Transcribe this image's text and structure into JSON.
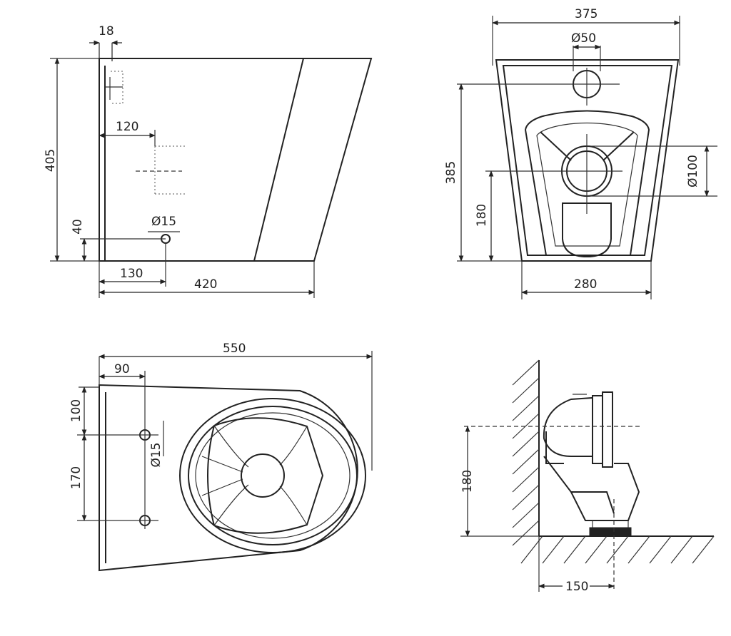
{
  "side_view": {
    "dim_wall_thickness": "18",
    "dim_height": "405",
    "dim_inlet_offset": "120",
    "dim_inlet_height": "40",
    "dim_inlet_diameter": "Ø15",
    "dim_inlet_position": "130",
    "dim_base_depth": "420"
  },
  "rear_view": {
    "dim_top_width": "375",
    "dim_vent_diameter": "Ø50",
    "dim_height": "385",
    "dim_outlet_diameter": "Ø100",
    "dim_outlet_height": "180",
    "dim_base_width": "280"
  },
  "top_view": {
    "dim_total_length": "550",
    "dim_fixing_offset_x": "90",
    "dim_fixing_offset_y": "100",
    "dim_fixing_spacing": "170",
    "dim_fixing_diameter": "Ø15"
  },
  "install_view": {
    "dim_outlet_height": "180",
    "dim_outlet_distance": "150"
  }
}
